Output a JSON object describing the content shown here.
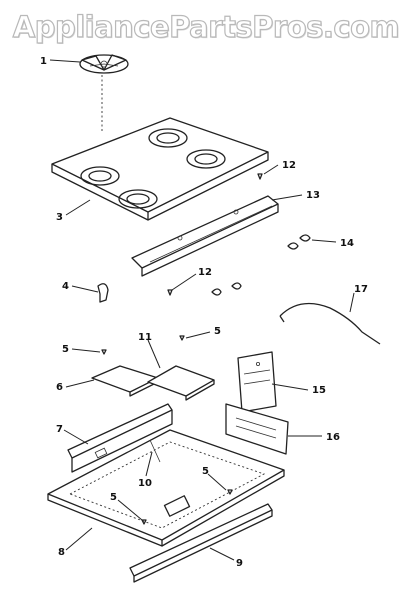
{
  "watermark": "AppliancePartsPros.com",
  "callouts": [
    "1",
    "3",
    "12",
    "13",
    "14",
    "4",
    "12",
    "17",
    "5",
    "11",
    "5",
    "6",
    "15",
    "7",
    "10",
    "16",
    "5",
    "5",
    "8",
    "9"
  ]
}
